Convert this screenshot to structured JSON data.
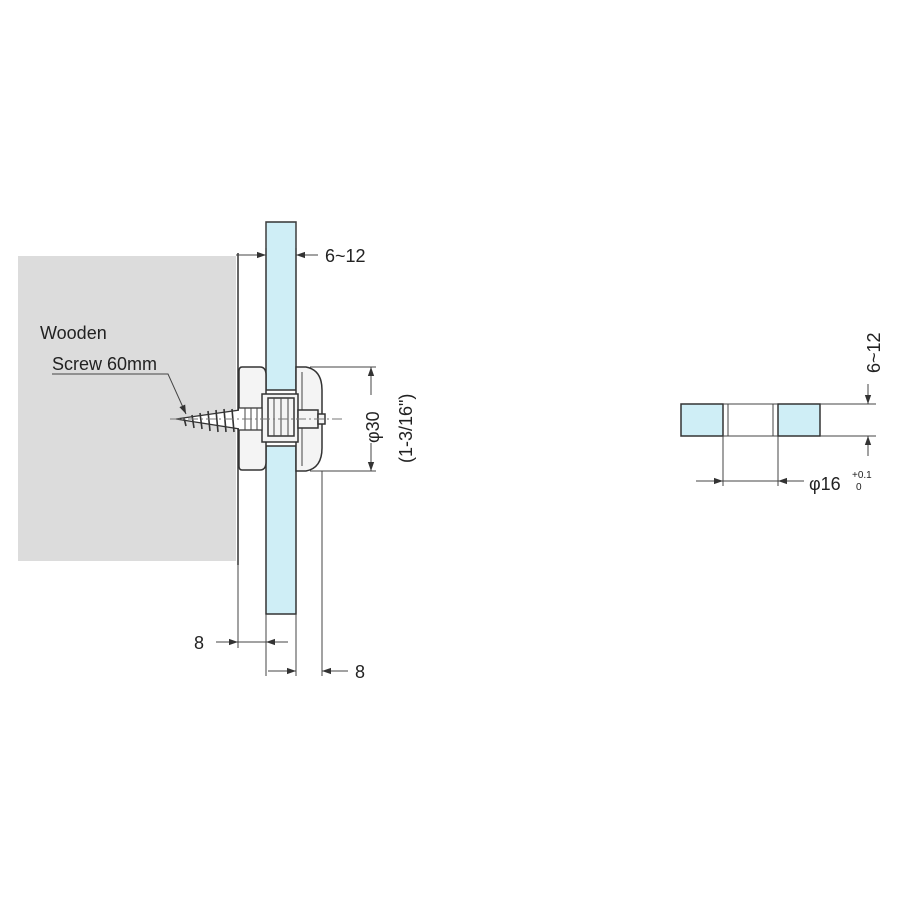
{
  "labels": {
    "screw_line1": "Wooden",
    "screw_line2": "Screw 60mm",
    "glass_thickness_side": "6~12",
    "diameter": "φ30",
    "diameter_inch": "(1-3/16\")",
    "offset_left": "8",
    "offset_right": "8",
    "glass_thickness_section": "6~12",
    "hole_diameter": "φ16",
    "tol_upper": "+0.1",
    "tol_lower": "0"
  },
  "colors": {
    "wall": "#dcdcdc",
    "glass": "#cfeef6",
    "metal": "#f4f4f4",
    "line": "#333333"
  }
}
